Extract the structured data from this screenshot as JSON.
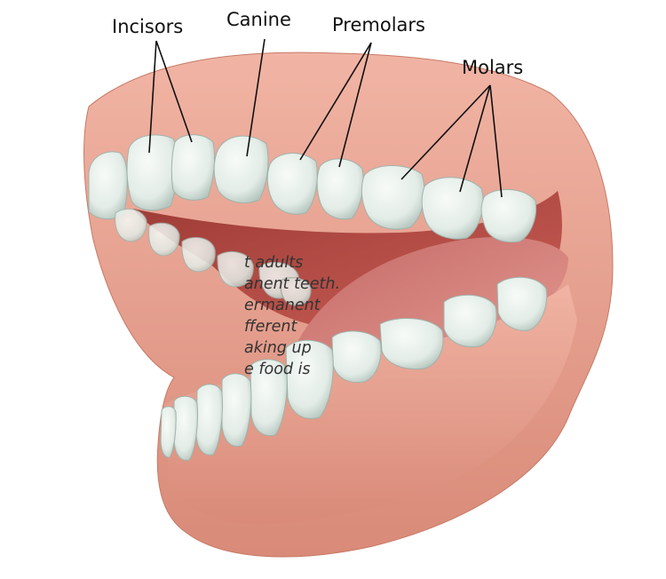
{
  "labels": {
    "incisors": "Incisors",
    "canine": "Canine",
    "premolars": "Premolars",
    "molars": "Molars"
  },
  "caption_lines": [
    "t adults",
    "anent teeth.",
    "ermanent",
    "fferent",
    "aking up",
    "e food is"
  ],
  "colors": {
    "gum": "#e8a090",
    "gum_dark": "#c8705e",
    "mouth_interior": "#b8504a",
    "tongue": "#d27a75",
    "tooth": "#e8efea",
    "tooth_shade": "#b9c8c2"
  }
}
